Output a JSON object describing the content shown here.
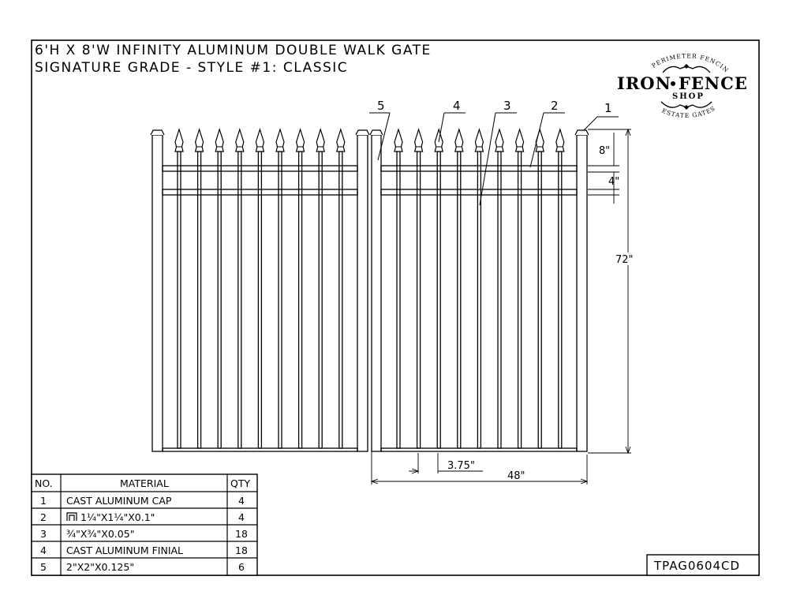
{
  "title": {
    "line1": "6'H X 8'W INFINITY ALUMINUM DOUBLE WALK GATE",
    "line2": "SIGNATURE GRADE - STYLE #1: CLASSIC"
  },
  "logo": {
    "arc_top": "PERIMETER FENCING",
    "main_left": "IRON",
    "main_right": "FENCE",
    "sub": "SHOP",
    "arc_bottom": "ESTATE GATES"
  },
  "callouts": [
    "1",
    "2",
    "3",
    "4",
    "5"
  ],
  "dimensions": {
    "finial_height": "8\"",
    "rail_spacing": "4\"",
    "gate_height": "72\"",
    "picket_spacing": "3.75\"",
    "leaf_width": "48\""
  },
  "bom": {
    "headers": {
      "no": "NO.",
      "material": "MATERIAL",
      "qty": "QTY"
    },
    "rows": [
      {
        "no": "1",
        "material": "CAST ALUMINUM CAP",
        "qty": "4"
      },
      {
        "no": "2",
        "material": "1¼\"X1¼\"X0.1\"",
        "qty": "4",
        "icon": "u-channel-icon"
      },
      {
        "no": "3",
        "material": "¾\"X¾\"X0.05\"",
        "qty": "18"
      },
      {
        "no": "4",
        "material": "CAST ALUMINUM FINIAL",
        "qty": "18"
      },
      {
        "no": "5",
        "material": "2\"X2\"X0.125\"",
        "qty": "6"
      }
    ]
  },
  "drawing_number": "TPAG0604CD",
  "gate": {
    "leaves": 2,
    "pickets_per_leaf": 9
  }
}
